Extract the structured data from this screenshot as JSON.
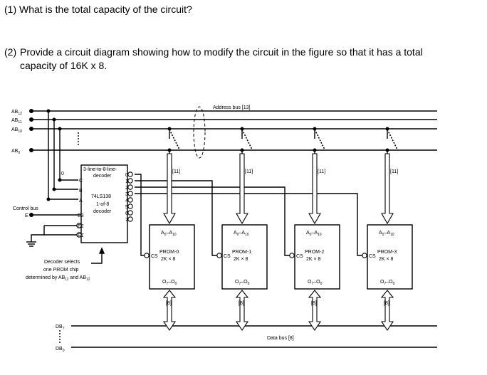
{
  "questions": {
    "q1": "(1) What is the total capacity of the circuit?",
    "q2_num": "(2)",
    "q2_line1": "Provide a circuit diagram showing how to modify the circuit in the figure so that it has a total",
    "q2_line2": "capacity of 16K x 8."
  },
  "diagram": {
    "address_bus_label": "Address bus [13]",
    "data_bus_label": "Data bus [8]",
    "addr_lines": [
      "AB",
      "AB",
      "AB",
      "AB"
    ],
    "addr_subs": [
      "12",
      "11",
      "10",
      "0"
    ],
    "db_top": "DB",
    "db_top_sub": "7",
    "db_bottom": "DB",
    "db_bottom_sub": "0",
    "control_bus": "Control bus",
    "enable": "E",
    "zero": "0",
    "decoder": {
      "title1": "3-line-to-8-line-",
      "title2": "decoder",
      "part1": "74LS138",
      "part2": "1-of-8",
      "part3": "decoder",
      "inputs": [
        "C",
        "B",
        "A"
      ],
      "enables": [
        "E3",
        "E2",
        "E1"
      ],
      "outputs": [
        "0",
        "1",
        "2",
        "3",
        "4",
        "5",
        "6",
        "7"
      ]
    },
    "decoder_note": [
      "Decoder selects",
      "one PROM chip",
      "determined by AB",
      "and AB"
    ],
    "note_subs": [
      "11",
      "12"
    ],
    "proms": [
      {
        "name": "PROM-0",
        "size": "2K × 8"
      },
      {
        "name": "PROM-1",
        "size": "2K × 8"
      },
      {
        "name": "PROM-2",
        "size": "2K × 8"
      },
      {
        "name": "PROM-3",
        "size": "2K × 8"
      }
    ],
    "prom_addr": "A",
    "prom_addr_sub0": "0",
    "prom_addr_dash": "–A",
    "prom_addr_sub1": "10",
    "prom_out": "O",
    "prom_out_sub0": "7",
    "prom_out_dash": "–O",
    "prom_out_sub1": "0",
    "cs": "CS",
    "addr_width": "[11]",
    "data_width": "[8]"
  }
}
